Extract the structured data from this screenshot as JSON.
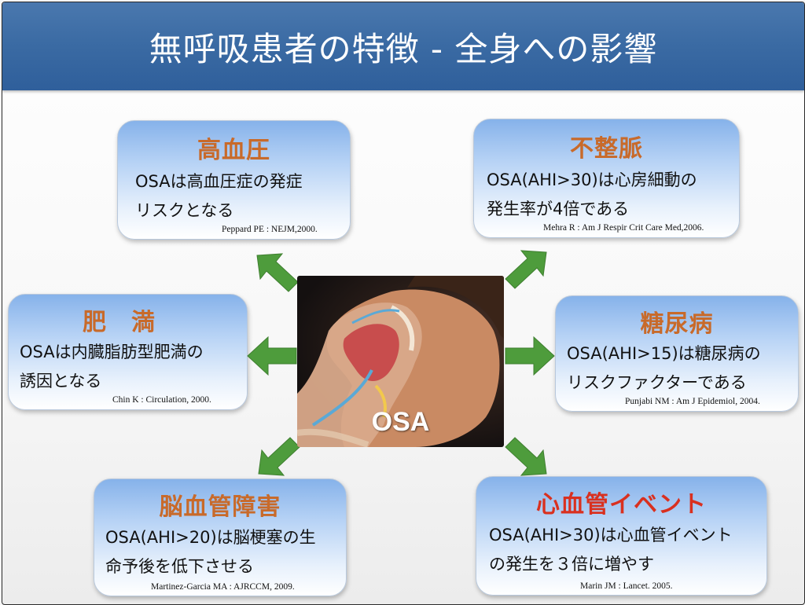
{
  "title": "無呼吸患者の特徴 - 全身への影響",
  "center": {
    "label": "OSA"
  },
  "boxes": {
    "hypertension": {
      "title": "高血圧",
      "lines": [
        "OSAは高血圧症の発症",
        "リスクとなる"
      ],
      "ref": "Peppard PE : NEJM,2000."
    },
    "arrhythmia": {
      "title": "不整脈",
      "lines": [
        "OSA(AHI>30)は心房細動の",
        "発生率が4倍である"
      ],
      "ref": "Mehra R : Am J Respir Crit Care Med,2006."
    },
    "obesity": {
      "title": "肥　満",
      "lines": [
        "OSAは内臓脂肪型肥満の",
        "誘因となる"
      ],
      "ref": "Chin K : Circulation, 2000."
    },
    "diabetes": {
      "title": "糖尿病",
      "lines": [
        "OSA(AHI>15)は糖尿病の",
        "リスクファクターである"
      ],
      "ref": "Punjabi NM : Am J Epidemiol, 2004."
    },
    "cerebrovascular": {
      "title": "脳血管障害",
      "lines": [
        "OSA(AHI>20)は脳梗塞の生",
        "命予後を低下させる"
      ],
      "ref": "Martinez-Garcia MA : AJRCCM, 2009."
    },
    "cardiovascular": {
      "title": "心血管イベント",
      "lines": [
        "OSA(AHI>30)は心血管イベント",
        "の発生を３倍に増やす"
      ],
      "ref": "Marin JM : Lancet. 2005."
    }
  },
  "colors": {
    "header": "#3a6aa3",
    "title_orange": "#c86a2a",
    "title_red": "#d9301f",
    "arrow_green": "#4a9a3a"
  }
}
